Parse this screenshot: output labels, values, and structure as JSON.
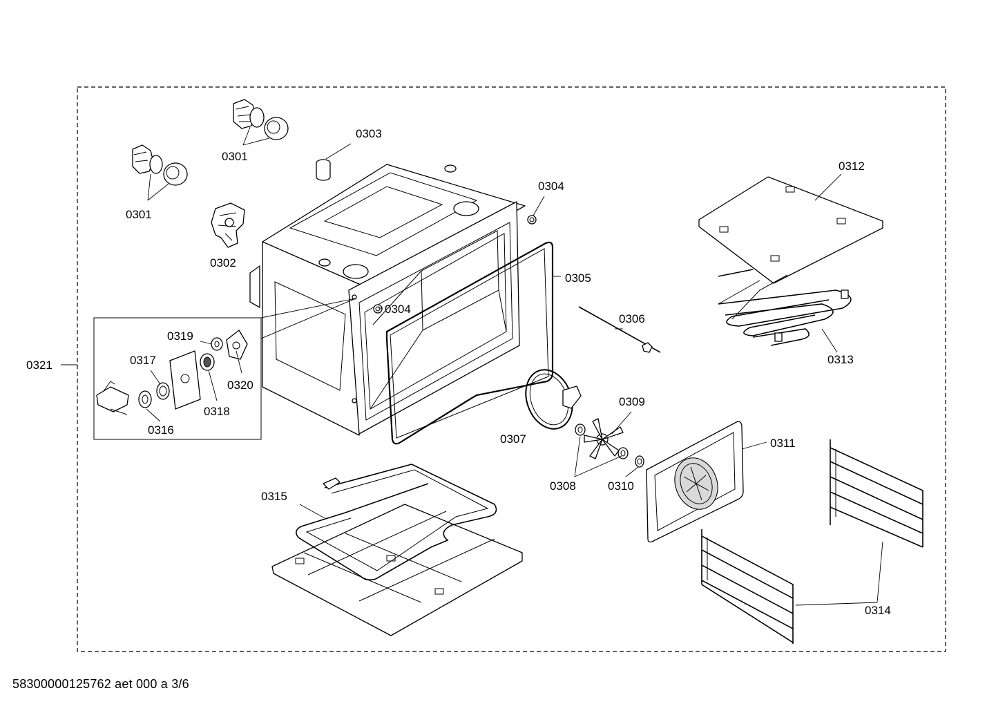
{
  "diagram": {
    "part_labels": {
      "p0301a": "0301",
      "p0301b": "0301",
      "p0302": "0302",
      "p0303": "0303",
      "p0304a": "0304",
      "p0304b": "0304",
      "p0305": "0305",
      "p0306": "0306",
      "p0307": "0307",
      "p0308": "0308",
      "p0309": "0309",
      "p0310": "0310",
      "p0311": "0311",
      "p0312": "0312",
      "p0313": "0313",
      "p0314": "0314",
      "p0315": "0315",
      "p0316": "0316",
      "p0317": "0317",
      "p0318": "0318",
      "p0319": "0319",
      "p0320": "0320",
      "p0321": "0321"
    }
  },
  "footer": {
    "document_id": "58300000125762 aet 000 a 3/6"
  }
}
